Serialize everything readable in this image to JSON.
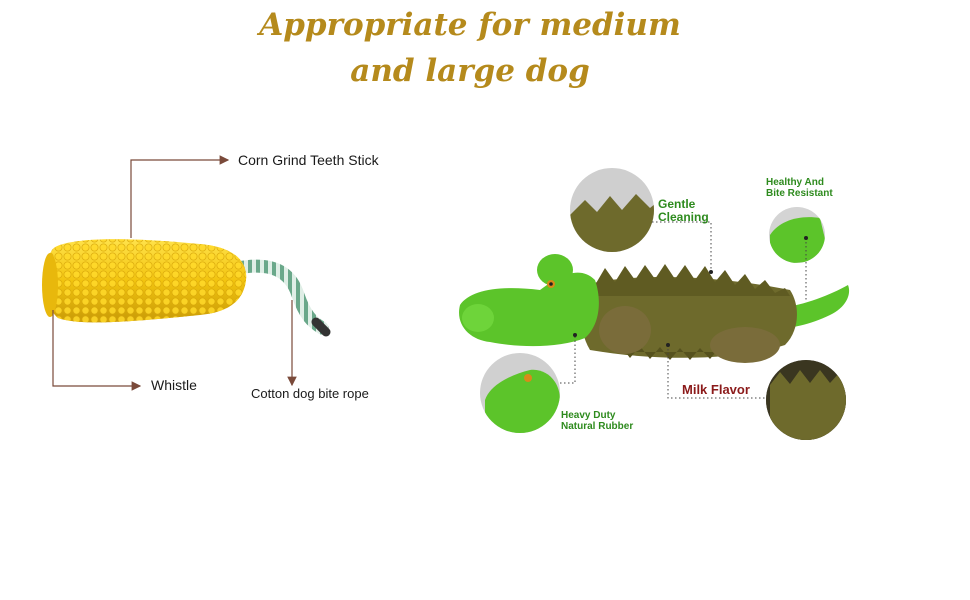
{
  "headline": {
    "line1": "Appropriate for medium",
    "line2": "and large dog"
  },
  "corn_toy": {
    "labels": {
      "teeth_stick": "Corn Grind Teeth Stick",
      "whistle": "Whistle",
      "rope": "Cotton dog bite rope"
    },
    "colors": {
      "corn": "#f2c40f",
      "rope": "#7fb89a",
      "leader": "#7a4a3a"
    }
  },
  "croc_toy": {
    "labels": {
      "gentle_l1": "Gentle",
      "gentle_l2": "Cleaning",
      "healthy_l1": "Healthy And",
      "healthy_l2": "Bite Resistant",
      "heavy_l1": "Heavy Duty",
      "heavy_l2": "Natural Rubber",
      "milk": "Milk Flavor"
    },
    "colors": {
      "green": "#5cc42a",
      "olive": "#6e6a2c",
      "label_green": "#2e8b1e",
      "label_red": "#8b1a1a"
    }
  }
}
